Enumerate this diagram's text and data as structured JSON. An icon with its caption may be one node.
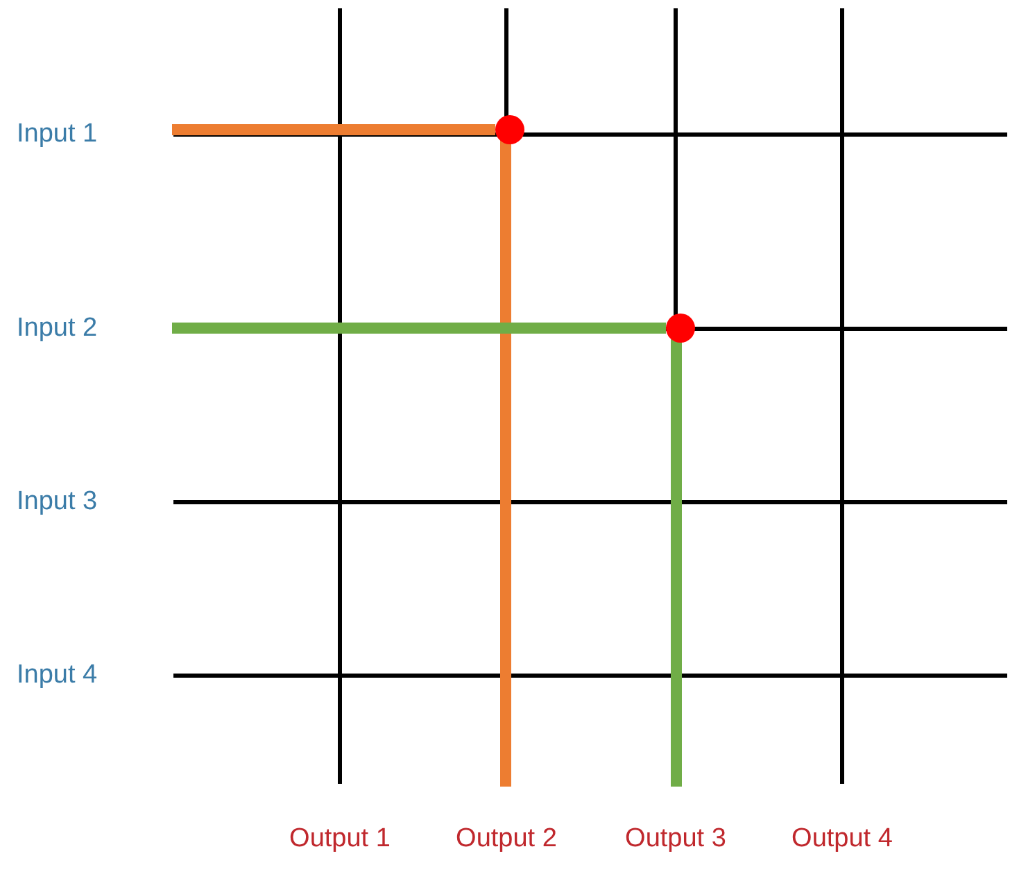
{
  "diagram": {
    "nodes": [
      {
        "text": [
          "Input 1"
        ]
      },
      {
        "text": [
          "Input 2"
        ]
      },
      {
        "text": [
          "Input 3"
        ]
      },
      {
        "text": [
          "Input 4"
        ]
      },
      {
        "text": [
          "Output 1"
        ]
      },
      {
        "text": [
          "Output 2"
        ]
      },
      {
        "text": [
          "Output 3"
        ]
      },
      {
        "text": [
          "Output 4"
        ]
      },
      {
        "text": [],
        "shape": "circle"
      },
      {
        "text": [],
        "shape": "circle"
      }
    ],
    "edges": [
      {
        "from": 0,
        "to": 8,
        "arrow": "none",
        "color": "#ed7d31"
      },
      {
        "from": 8,
        "to": 5,
        "arrow": "none",
        "color": "#ed7d31"
      },
      {
        "from": 1,
        "to": 9,
        "arrow": "none",
        "color": "#70ad47"
      },
      {
        "from": 9,
        "to": 6,
        "arrow": "none",
        "color": "#70ad47"
      }
    ]
  }
}
